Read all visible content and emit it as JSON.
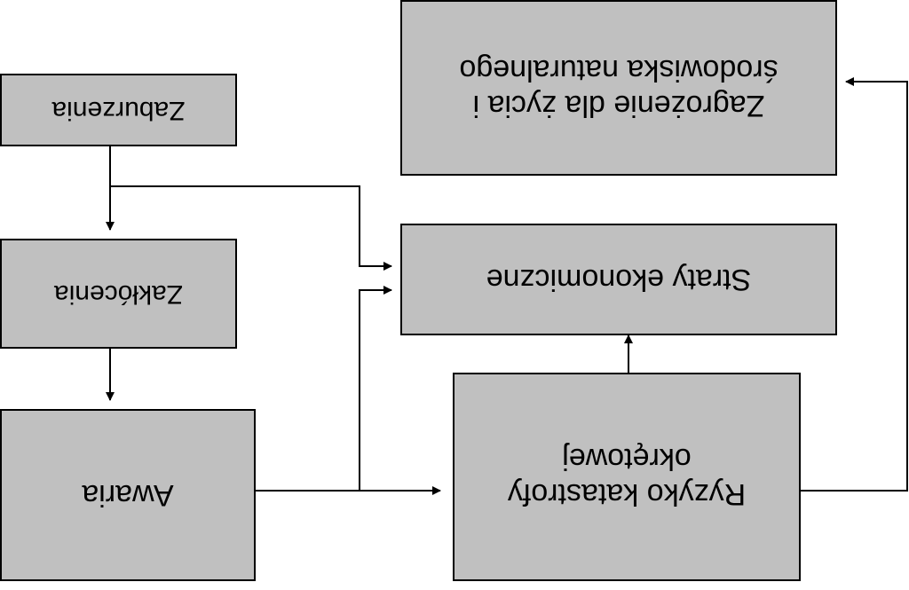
{
  "diagram": {
    "nodes": {
      "zaburzenia": {
        "label": "Zaburzenia"
      },
      "zaklocenia": {
        "label": "Zakłócenia"
      },
      "awaria": {
        "label": "Awaria"
      },
      "ryzyko": {
        "line1": "Ryzyko katastrofy",
        "line2": "okrętowej"
      },
      "straty": {
        "label": "Straty ekonomiczne"
      },
      "zagrozenie": {
        "line1": "Zagrożenie dla życia  i",
        "line2": "środowiska naturalnego"
      }
    },
    "edges": [
      {
        "from": "zaburzenia",
        "to": "zaklocenia"
      },
      {
        "from": "zaburzenia",
        "to": "straty"
      },
      {
        "from": "zaklocenia",
        "to": "awaria"
      },
      {
        "from": "awaria",
        "to": "ryzyko"
      },
      {
        "from": "awaria",
        "to": "straty"
      },
      {
        "from": "ryzyko",
        "to": "straty"
      },
      {
        "from": "ryzyko",
        "to": "zagrozenie"
      }
    ],
    "orientation": "rotated-180",
    "colors": {
      "box_fill": "#c0c0c0",
      "stroke": "#000000"
    }
  }
}
